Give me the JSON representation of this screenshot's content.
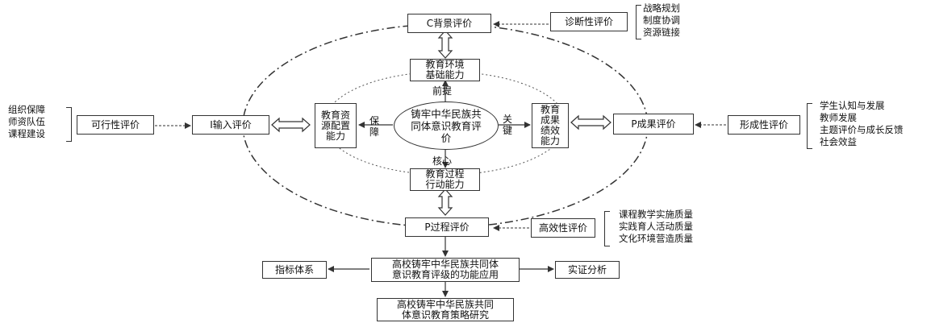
{
  "nodes": {
    "c_eval": "C背景评价",
    "i_eval": "I输入评价",
    "p_outcome_eval": "P成果评价",
    "p_process_eval": "P过程评价",
    "env_ability": "教育环境\n基础能力",
    "resource_ability": "教育资源配置能力",
    "outcome_ability": "教育成果绩效能力",
    "process_ability": "教育过程\n行动能力",
    "center": "铸牢中华民族共同体意识教育评价",
    "function_app": "高校铸牢中华民族共同体\n意识教育评级的功能应用",
    "strategy": "高校铸牢中华民族共同\n体意识教育策略研究",
    "index_system": "指标体系",
    "empirical": "实证分析",
    "diagnostic": "诊断性评价",
    "feasibility": "可行性评价",
    "formative": "形成性评价",
    "efficiency": "高效性评价"
  },
  "link_labels": {
    "premise": "前提",
    "guarantee": "保障",
    "key": "关键",
    "core": "核心"
  },
  "lists": {
    "diagnostic_items": [
      "战略规划",
      "制度协调",
      "资源链接"
    ],
    "feasibility_items": [
      "组织保障",
      "师资队伍",
      "课程建设"
    ],
    "formative_items": [
      "学生认知与发展",
      "教师发展",
      "主题评价与成长反馈",
      "社会效益"
    ],
    "efficiency_items": [
      "课程教学实施质量",
      "实践育人活动质量",
      "文化环境营造质量"
    ]
  }
}
